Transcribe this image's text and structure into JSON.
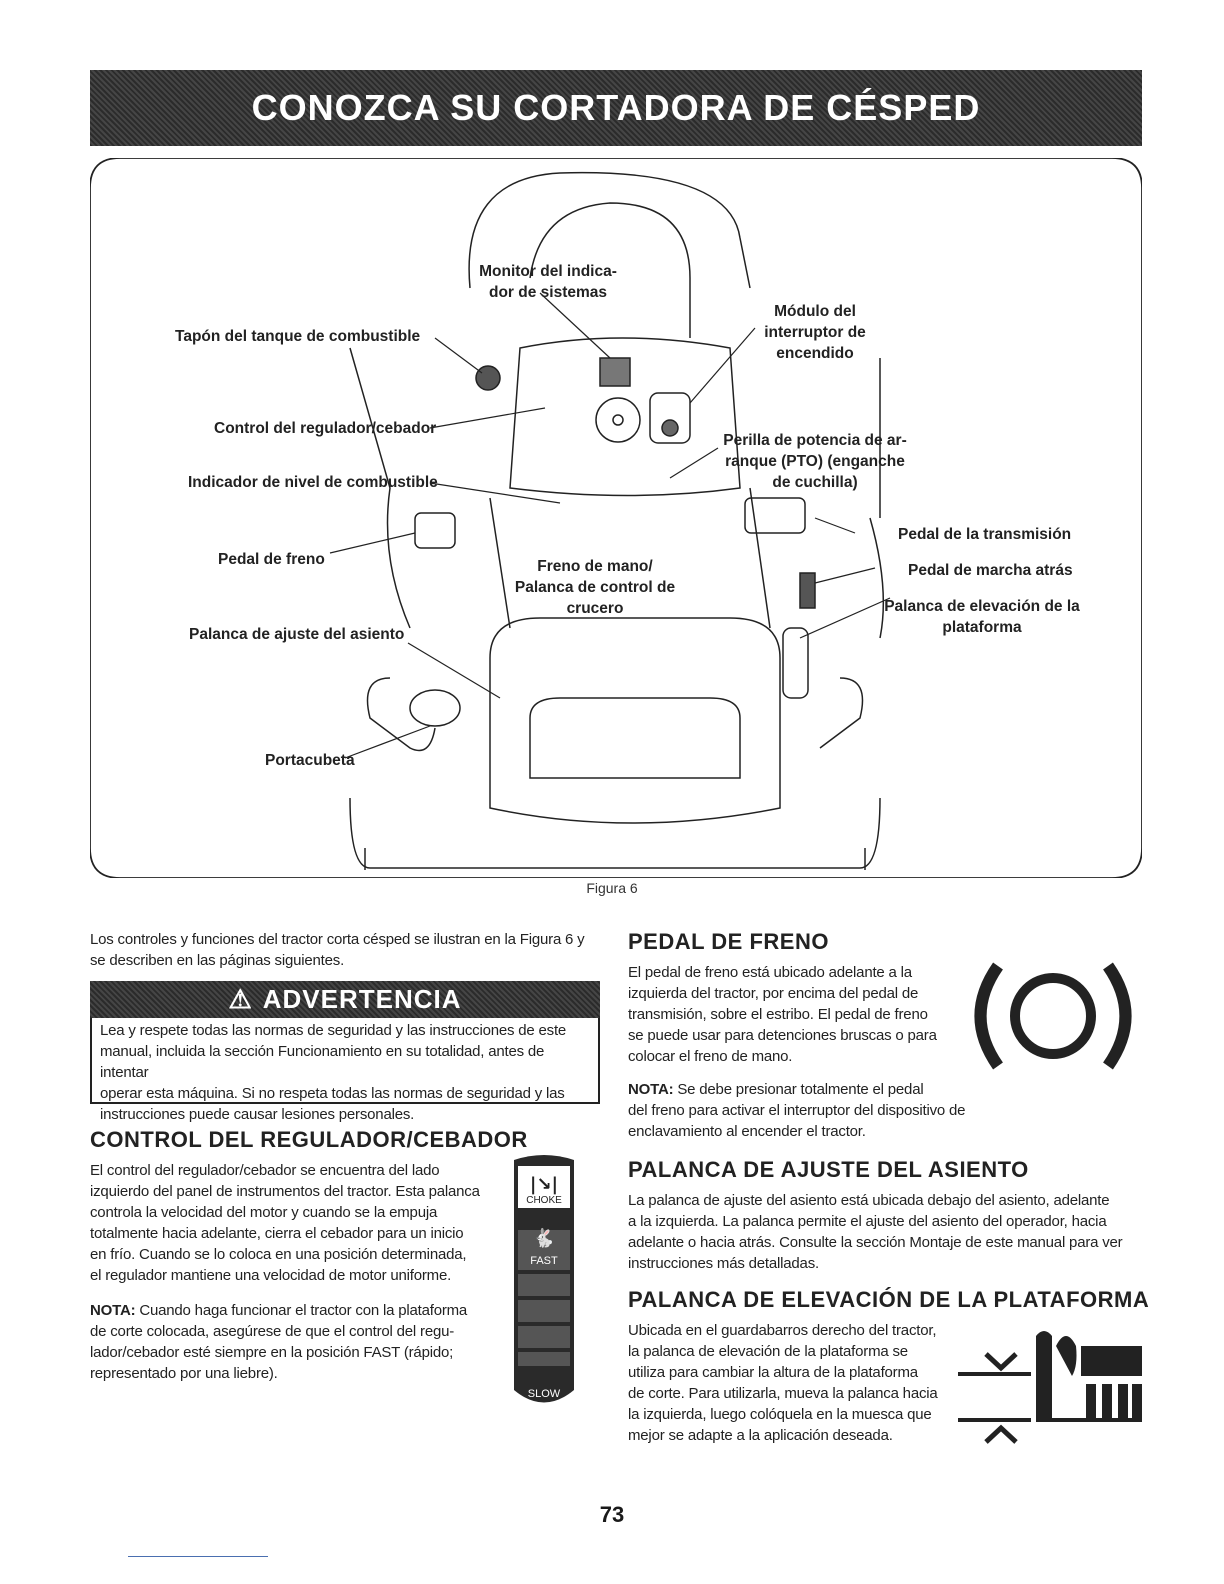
{
  "header": {
    "title": "CONOZCA SU CORTADORA DE CÉSPED"
  },
  "figure": {
    "caption": "Figura 6",
    "labels": {
      "monitor": [
        "Monitor del indica-",
        "dor de sistemas"
      ],
      "tapon": "Tapón del tanque de combustible",
      "modulo": [
        "Módulo del",
        "interruptor de",
        "encendido"
      ],
      "control_regulador": "Control del regulador/cebador",
      "perilla": [
        "Perilla de potencia de ar-",
        "ranque (PTO) (enganche",
        "de cuchilla)"
      ],
      "indicador": "Indicador de nivel de combustible",
      "pedal_transmision": "Pedal de la transmisión",
      "pedal_freno": "Pedal de freno",
      "freno_mano": [
        "Freno de mano/",
        "Palanca de control de",
        "crucero"
      ],
      "pedal_marcha": "Pedal de marcha atrás",
      "palanca_elevacion": [
        "Palanca de elevación de la",
        "plataforma"
      ],
      "palanca_ajuste": "Palanca de ajuste del asiento",
      "portacubeta": "Portacubeta"
    }
  },
  "intro": [
    "Los controles y funciones del tractor corta césped se ilustran en la Figura 6 y",
    "se describen en las páginas siguientes."
  ],
  "warning": {
    "title": "ADVERTENCIA",
    "lines": [
      "Lea y respete todas las normas de seguridad y las instrucciones de este",
      "manual, incluida la sección Funcionamiento en su totalidad, antes de intentar",
      "operar esta máquina. Si no respeta todas las normas de seguridad y las",
      "instrucciones puede causar lesiones personales."
    ]
  },
  "control": {
    "title": "CONTROL DEL REGULADOR/CEBADOR",
    "body": [
      "El control del regulador/cebador se encuentra del lado",
      "izquierdo del panel de instrumentos del tractor. Esta palanca",
      "controla la velocidad del motor y cuando se la empuja",
      "totalmente hacia adelante, cierra el cebador para un inicio",
      "en frío. Cuando se lo coloca en una posición determinada,",
      "el regulador mantiene una velocidad de motor uniforme."
    ],
    "nota_label": "NOTA:",
    "nota": [
      "Cuando haga funcionar el tractor con la plataforma",
      "de corte colocada, asegúrese de que el control del regu-",
      "lador/cebador esté siempre en la posición  FAST (rápido;",
      "representado por una liebre)."
    ],
    "gauge": {
      "choke": "CHOKE",
      "fast": "FAST",
      "slow": "SLOW"
    }
  },
  "pedal": {
    "title": "PEDAL DE FRENO",
    "body": [
      "El pedal de freno está ubicado adelante a la",
      "izquierda del tractor, por encima del pedal de",
      "transmisión, sobre el estribo. El pedal de freno",
      "se puede usar para detenciones bruscas o para",
      "colocar el freno de mano."
    ],
    "nota_label": "NOTA:",
    "nota": [
      "Se debe presionar totalmente el pedal",
      "del freno para activar el interruptor del dispositivo de",
      "enclavamiento al encender el tractor."
    ]
  },
  "asiento": {
    "title": "PALANCA DE AJUSTE DEL ASIENTO",
    "body": [
      "La palanca de ajuste del asiento está ubicada debajo del asiento, adelante",
      "a la izquierda. La palanca permite el ajuste del asiento del operador, hacia",
      "adelante o hacia atrás. Consulte la sección Montaje de este manual para ver",
      "instrucciones más detalladas."
    ]
  },
  "elevacion": {
    "title": "PALANCA DE ELEVACIÓN DE LA PLATAFORMA",
    "body": [
      "Ubicada en el guardabarros derecho del tractor,",
      "la palanca de elevación de la plataforma se",
      "utiliza para cambiar la altura de la plataforma",
      "de corte. Para utilizarla, mueva la palanca hacia",
      "la izquierda, luego colóquela en la muesca que",
      "mejor se adapte a la aplicación deseada."
    ]
  },
  "page_number": "73"
}
